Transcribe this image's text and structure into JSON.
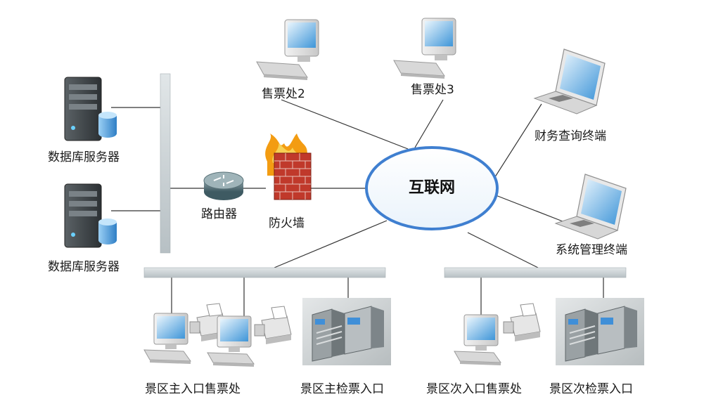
{
  "network": {
    "center": "互联网",
    "ticket_office_2": "售票处2",
    "ticket_office_3": "售票处3",
    "finance_terminal": "财务查询终端",
    "system_terminal": "系统管理终端",
    "db_server_1": "数据库服务器",
    "db_server_2": "数据库服务器",
    "router": "路由器",
    "firewall": "防火墙",
    "main_entrance_office": "景区主入口售票处",
    "main_check_gate": "景区主检票入口",
    "secondary_entrance_office": "景区次入口售票处",
    "secondary_check_gate": "景区次检票入口"
  },
  "colors": {
    "line": "#333333",
    "backbone": "#c9d0d3",
    "cloud_stroke": "#3f7fd0",
    "monitor_screen": "#5aa6e0",
    "server_body": "#3c4246",
    "firewall_brick": "#c0392b",
    "flame": "#f39c12"
  }
}
